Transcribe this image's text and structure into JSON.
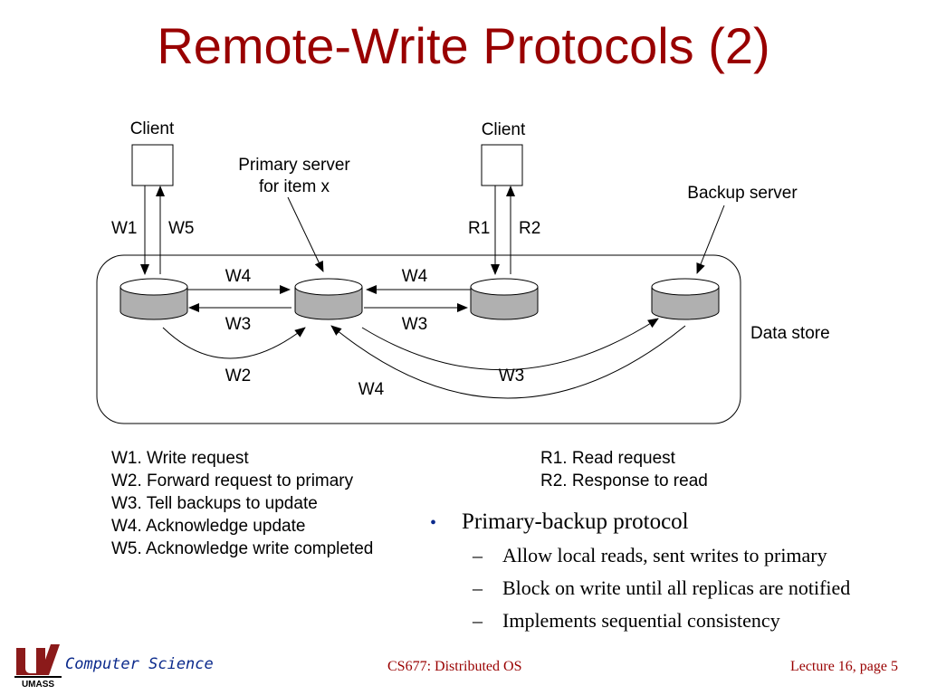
{
  "slide": {
    "title": "Remote-Write Protocols (2)"
  },
  "diagram": {
    "client_left_label": "Client",
    "client_right_label": "Client",
    "primary_label_line1": "Primary server",
    "primary_label_line2": "for item x",
    "backup_label": "Backup server",
    "data_store_label": "Data store",
    "edge_labels": {
      "w1": "W1",
      "w5": "W5",
      "r1": "R1",
      "r2": "R2",
      "w4_left": "W4",
      "w3_left": "W3",
      "w4_right": "W4",
      "w3_right": "W3",
      "w2": "W2",
      "w3_far": "W3",
      "w4_far": "W4"
    }
  },
  "legend_left": [
    "W1. Write request",
    "W2. Forward request to primary",
    "W3. Tell backups to update",
    "W4. Acknowledge update",
    "W5. Acknowledge write completed"
  ],
  "legend_right": [
    "R1. Read request",
    "R2. Response to read"
  ],
  "bullets": {
    "main": "Primary-backup protocol",
    "marker_main": "•",
    "marker_sub": "–",
    "sub": [
      "Allow local reads, sent writes to primary",
      "Block on write until all replicas are notified",
      "Implements sequential consistency"
    ]
  },
  "footer": {
    "department": "Computer Science",
    "course": "CS677: Distributed OS",
    "page": "Lecture 16, page 5",
    "logo_text": "UMASS"
  }
}
